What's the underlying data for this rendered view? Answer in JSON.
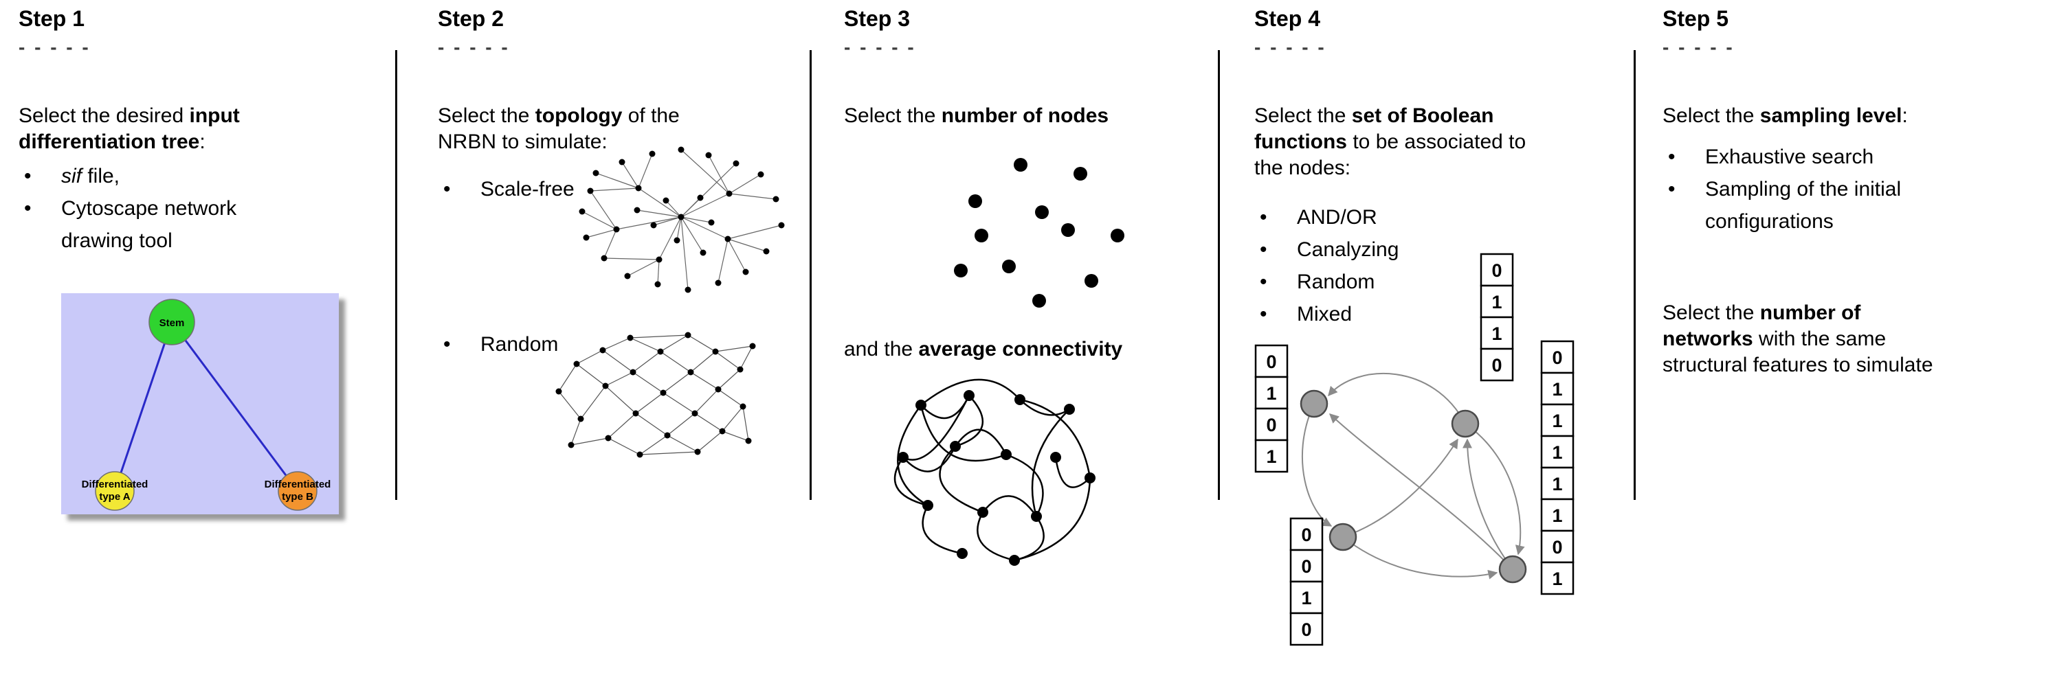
{
  "steps": [
    {
      "title": "Step 1",
      "dashes": "- - - - -",
      "intro": [
        {
          "text": "Select the desired "
        },
        {
          "text": "input differentiation tree",
          "bold": true
        },
        {
          "text": ":"
        }
      ],
      "bullets": [
        [
          {
            "text": "sif",
            "italic": true
          },
          {
            "text": " file,"
          }
        ],
        [
          {
            "text": "Cytoscape network drawing tool"
          }
        ]
      ],
      "tree": {
        "background_color": "#c9c9f9",
        "edge_color": "#2929c8",
        "stem": {
          "label": "Stem",
          "color": "#2fd32f"
        },
        "type_a": {
          "label_line1": "Differentiated",
          "label_line2": "type A",
          "color": "#f2e835"
        },
        "type_b": {
          "label_line1": "Differentiated",
          "label_line2": "type B",
          "color": "#f2942f"
        }
      }
    },
    {
      "title": "Step 2",
      "dashes": "- - - - -",
      "intro": [
        {
          "text": "Select the "
        },
        {
          "text": "topology",
          "bold": true
        },
        {
          "text": " of the NRBN to simulate:"
        }
      ],
      "bullets": [
        [
          {
            "text": "Scale-free"
          }
        ],
        [
          {
            "text": "Random"
          }
        ]
      ]
    },
    {
      "title": "Step 3",
      "dashes": "- - - - -",
      "intro": [
        {
          "text": "Select the "
        },
        {
          "text": "number of nodes",
          "bold": true
        }
      ],
      "second_text": [
        {
          "text": "and the "
        },
        {
          "text": "average connectivity",
          "bold": true
        }
      ]
    },
    {
      "title": "Step 4",
      "dashes": "- - - - -",
      "intro": [
        {
          "text": "Select the "
        },
        {
          "text": "set of Boolean functions",
          "bold": true
        },
        {
          "text": " to be associated to the nodes:"
        }
      ],
      "bullets": [
        [
          {
            "text": "AND/OR"
          }
        ],
        [
          {
            "text": "Canalyzing"
          }
        ],
        [
          {
            "text": "Random"
          }
        ],
        [
          {
            "text": "Mixed"
          }
        ]
      ],
      "node_color": "#9e9e9e",
      "boolean_tables": {
        "left": [
          "0",
          "1",
          "0",
          "1"
        ],
        "top": [
          "0",
          "1",
          "1",
          "0"
        ],
        "right": [
          "0",
          "1",
          "1",
          "1",
          "1",
          "1",
          "0",
          "1"
        ],
        "bottom": [
          "0",
          "0",
          "1",
          "0"
        ]
      }
    },
    {
      "title": "Step 5",
      "dashes": "- - - - -",
      "intro": [
        {
          "text": "Select the "
        },
        {
          "text": "sampling level",
          "bold": true
        },
        {
          "text": ":"
        }
      ],
      "bullets": [
        [
          {
            "text": "Exhaustive search"
          }
        ],
        [
          {
            "text": "Sampling of the initial configurations"
          }
        ]
      ],
      "second_text": [
        {
          "text": "Select the "
        },
        {
          "text": "number of networks",
          "bold": true
        },
        {
          "text": " with the same structural features to simulate"
        }
      ]
    }
  ]
}
